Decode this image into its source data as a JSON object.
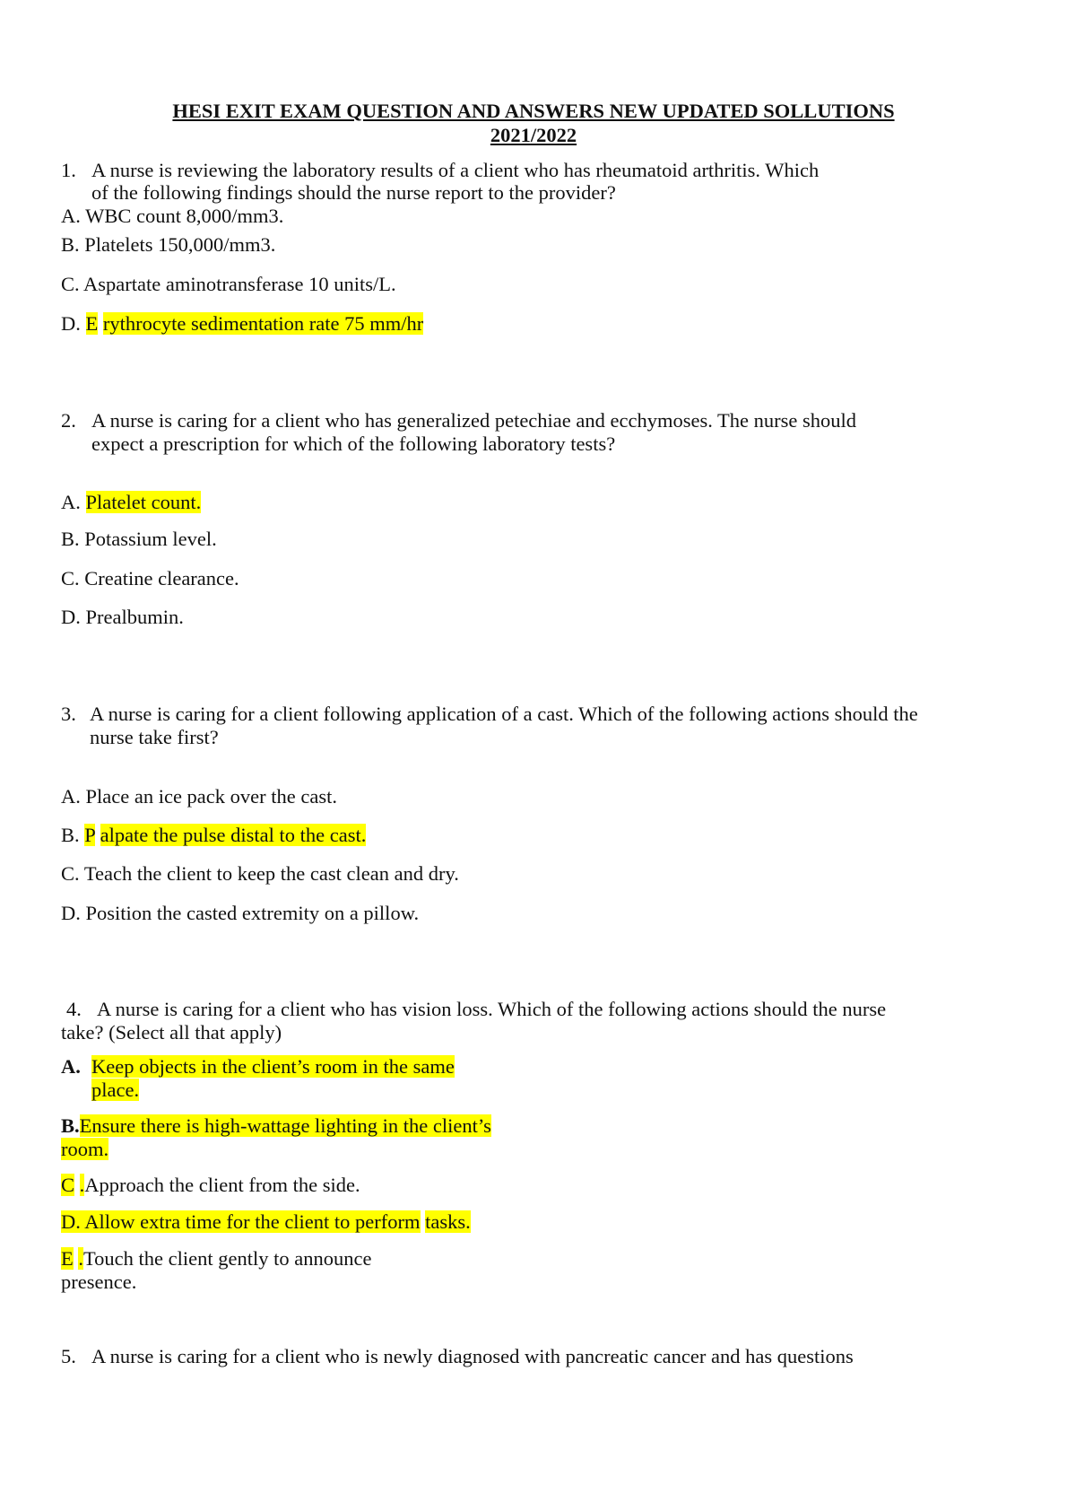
{
  "doc": {
    "title_line1": "HESI EXIT EXAM QUESTION AND ANSWERS NEW UPDATED SOLLUTIONS",
    "title_line2": "2021/2022"
  },
  "q1": {
    "number": "1.",
    "stem_line1": "A nurse is reviewing the laboratory results of a client who has rheumatoid arthritis. Which",
    "stem_line2": "of the following findings should the nurse report to the provider?",
    "a": "A. WBC count 8,000/mm3.",
    "b": "B. Platelets 150,000/mm3.",
    "c": "C. Aspartate aminotransferase 10 units/L.",
    "d_prefix": "D.",
    "d_letter": "E",
    "d_rest": "rythrocyte sedimentation rate 75 mm/hr"
  },
  "q2": {
    "number": "2.",
    "stem_line1": "A nurse is caring for a client who has generalized petechiae and ecchymoses. The nurse should",
    "stem_line2": "expect a prescription for which of the following laboratory tests?",
    "a_prefix": "A.",
    "a_text": "Platelet count.",
    "b": "B. Potassium level.",
    "c": "C. Creatine clearance.",
    "d": "D. Prealbumin."
  },
  "q3": {
    "number": "3.",
    "stem_line1": "A nurse is caring for a client following application of a cast. Which of the following actions should the",
    "stem_line2": "nurse take first?",
    "a": "A. Place an ice pack over the cast.",
    "b_prefix": "B.",
    "b_letter": "P",
    "b_rest": "alpate the pulse distal to the cast.",
    "c": "C. Teach the client to keep the cast clean and dry.",
    "d": "D. Position the casted extremity on a pillow."
  },
  "q4": {
    "number": "4.",
    "stem_line1": "A nurse is caring for a client who has vision loss. Which of the following actions should the nurse",
    "stem_line2": "take? (Select all that apply)",
    "a_prefix": "A.",
    "a_line1": "Keep objects in the client’s room in the same",
    "a_line2": "place.",
    "b_prefix": "B.",
    "b_line1": "Ensure there is high-wattage lighting in the client’s",
    "b_line2": "room.",
    "c_letter": "C",
    "c_dot": ".",
    "c_rest": "Approach the client from the side.",
    "d_text": "D. Allow extra time for the client to perform",
    "d_tail": "tasks.",
    "e_letter": "E",
    "e_dot": ".",
    "e_rest": "Touch the client gently to announce",
    "e_line2": "presence."
  },
  "q5": {
    "number": "5.",
    "stem_line1": "A nurse is caring for a client who is newly diagnosed with pancreatic cancer and has questions"
  }
}
